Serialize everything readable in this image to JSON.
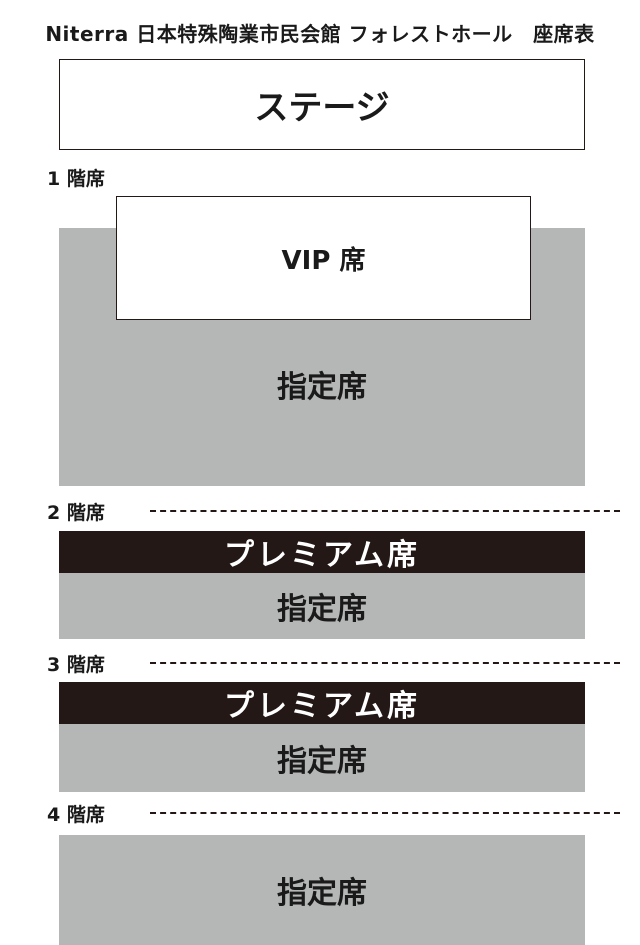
{
  "title": "Niterra 日本特殊陶業市民会館 フォレストホール　座席表",
  "stage_label": "ステージ",
  "floors": [
    {
      "label": "1 階席",
      "vip_label": "VIP 席",
      "reserved_label": "指定席"
    },
    {
      "label": "2 階席",
      "premium_label": "プレミアム席",
      "reserved_label": "指定席"
    },
    {
      "label": "3 階席",
      "premium_label": "プレミアム席",
      "reserved_label": "指定席"
    },
    {
      "label": "4 階席",
      "reserved_label": "指定席"
    }
  ],
  "colors": {
    "reserved_fill": "#b5b6b6",
    "premium_fill": "#231815",
    "premium_text": "#ffffff",
    "outline": "#231815"
  }
}
